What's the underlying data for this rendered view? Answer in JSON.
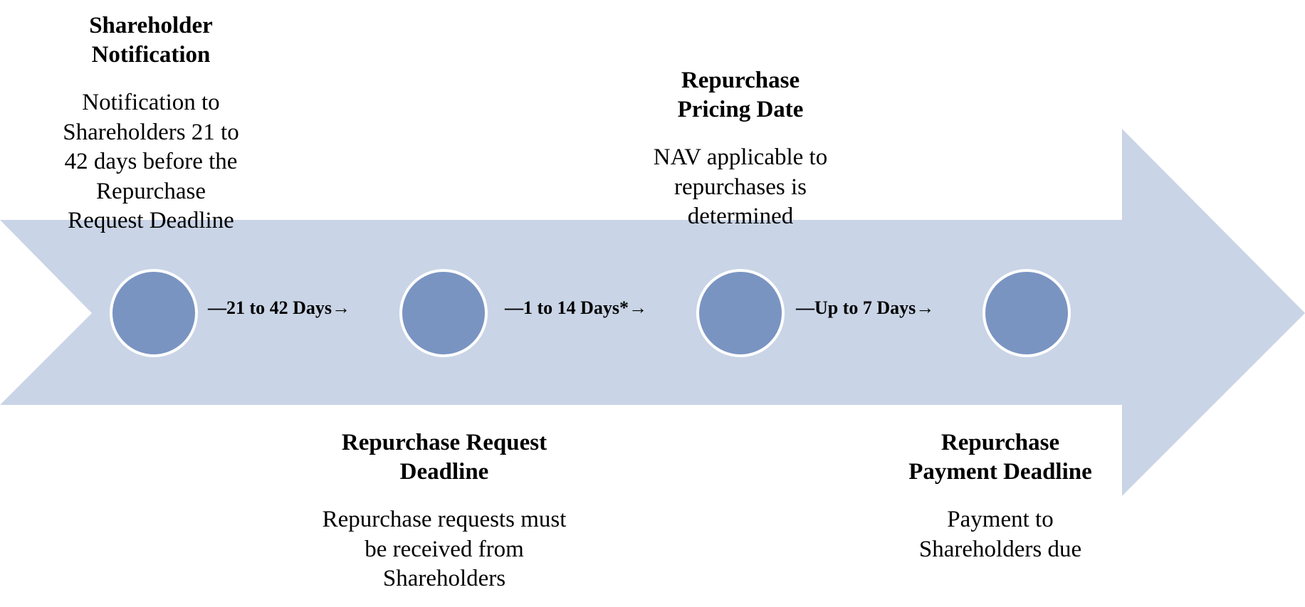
{
  "colors": {
    "arrow": "#c9d4e6",
    "node_fill": "#7a94c2",
    "node_stroke": "#ffffff"
  },
  "milestones": [
    {
      "title": "Shareholder\nNotification",
      "description": "Notification to\nShareholders 21 to\n42 days before the\nRepurchase\n Request Deadline"
    },
    {
      "title": "Repurchase Request\nDeadline",
      "description": "Repurchase requests must\nbe received from\nShareholders"
    },
    {
      "title": "Repurchase\nPricing Date",
      "description": "NAV applicable to\nrepurchases is\n determined"
    },
    {
      "title": "Repurchase\nPayment Deadline",
      "description": "Payment to\nShareholders due"
    }
  ],
  "intervals": [
    "—21 to 42 Days→",
    "—1 to 14 Days*→",
    "—Up to 7 Days→"
  ]
}
